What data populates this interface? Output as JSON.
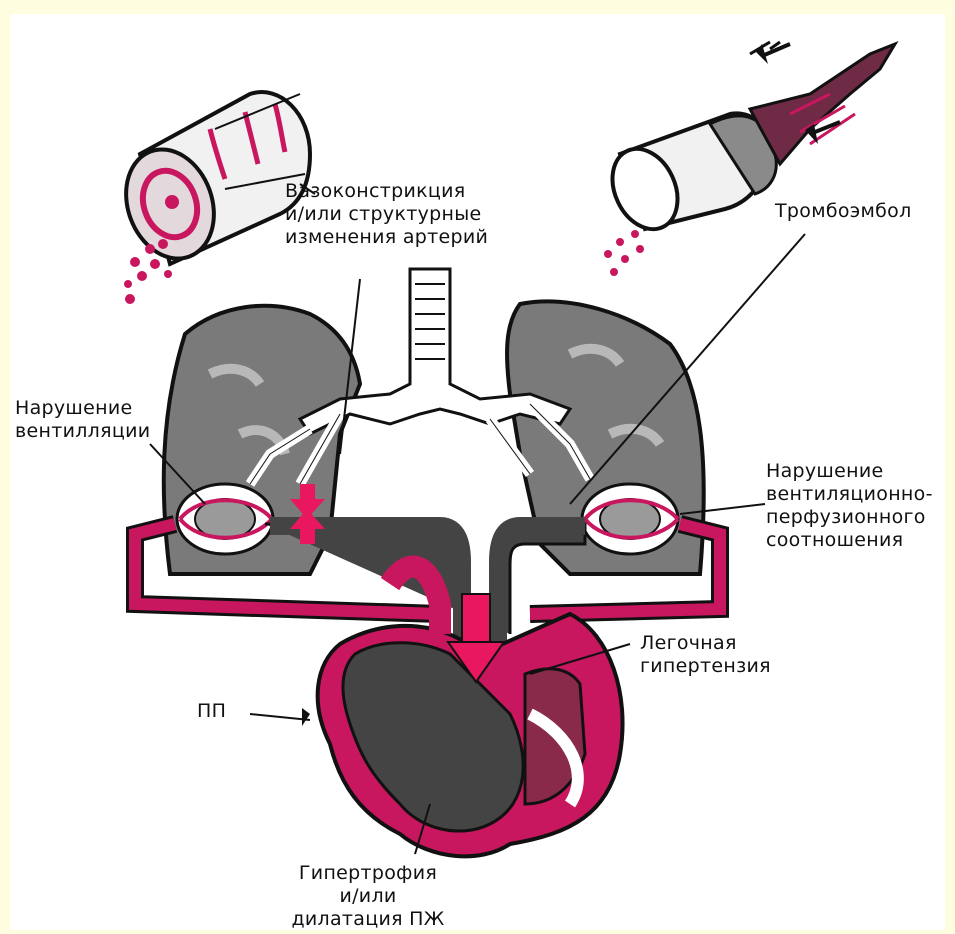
{
  "labels": {
    "vasoconstriction": [
      "Вазоконстрикция",
      "и/или структурные",
      "изменения артерий"
    ],
    "thromboembolus": [
      "Тромбоэмбол"
    ],
    "ventilation_disorder": [
      "Нарушение",
      "вентилляции"
    ],
    "vq_mismatch": [
      "Нарушение",
      "вентиляционно-",
      "перфузионного",
      "соотношения"
    ],
    "pulmonary_hypertension": [
      "Легочная",
      "гипертензия"
    ],
    "right_atrium": [
      "ПП"
    ],
    "rv_hypertrophy": [
      "Гипертрофия",
      "и/или",
      "дилатация ПЖ"
    ]
  },
  "colors": {
    "background": "#fffde0",
    "vessel": "#c8175f",
    "tissue": "#555555",
    "outline": "#111111",
    "arrow": "#e8175f"
  }
}
